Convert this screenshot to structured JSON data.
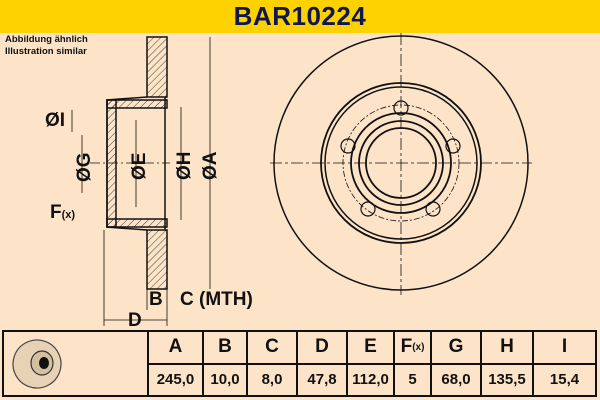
{
  "header": {
    "title": "BAR10224",
    "bg_color": "#fed200",
    "title_color": "#0f1650"
  },
  "note": {
    "line1": "Abbildung ähnlich",
    "line2": "Illustration similar"
  },
  "drawing": {
    "labels": {
      "I": "ØI",
      "G": "ØG",
      "E": "ØE",
      "H": "ØH",
      "A": "ØA",
      "F": "F",
      "F_sub": "(x)",
      "B": "B",
      "C": "C (MTH)",
      "D": "D"
    }
  },
  "table": {
    "columns": [
      {
        "key": "A",
        "label": "A",
        "value": "245,0"
      },
      {
        "key": "B",
        "label": "B",
        "value": "10,0"
      },
      {
        "key": "C",
        "label": "C",
        "value": "8,0"
      },
      {
        "key": "D",
        "label": "D",
        "value": "47,8"
      },
      {
        "key": "E",
        "label": "E",
        "value": "112,0"
      },
      {
        "key": "F",
        "label": "F",
        "label_sub": "(x)",
        "value": "5"
      },
      {
        "key": "G",
        "label": "G",
        "value": "68,0"
      },
      {
        "key": "H",
        "label": "H",
        "value": "135,5"
      },
      {
        "key": "I",
        "label": "I",
        "value": "15,4"
      }
    ]
  },
  "colors": {
    "background": "#fde4c8",
    "line": "#111111"
  }
}
